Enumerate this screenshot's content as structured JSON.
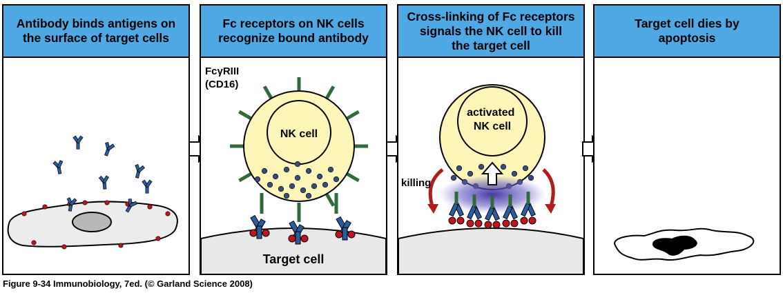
{
  "panels": [
    {
      "title": "Antibody binds antigens on\nthe surface of target cells"
    },
    {
      "title": "Fc receptors on NK cells\nrecognize bound antibody",
      "receptor_label": "FcγRIII\n(CD16)",
      "cell_label": "NK cell",
      "target_label": "Target cell"
    },
    {
      "title": "Cross-linking of Fc receptors\nsignals the NK cell to kill\nthe target cell",
      "cell_label": "activated\nNK cell",
      "killing_label": "killing"
    },
    {
      "title": "Target cell dies by\napoptosis"
    }
  ],
  "caption": "Figure 9-34  Immunobiology, 7ed. (© Garland Science 2008)",
  "colors": {
    "header": "#4fa9e4",
    "nk_cell": "#fdf6b8",
    "receptor": "#2f6b3a",
    "antibody": "#2a5d9f",
    "antigen": "#c4141b",
    "granule": "#3a4a7a",
    "target_cell": "#e8e8e8",
    "killing_arrow": "#b01c1c",
    "granule_release": "#5b4fb0"
  }
}
